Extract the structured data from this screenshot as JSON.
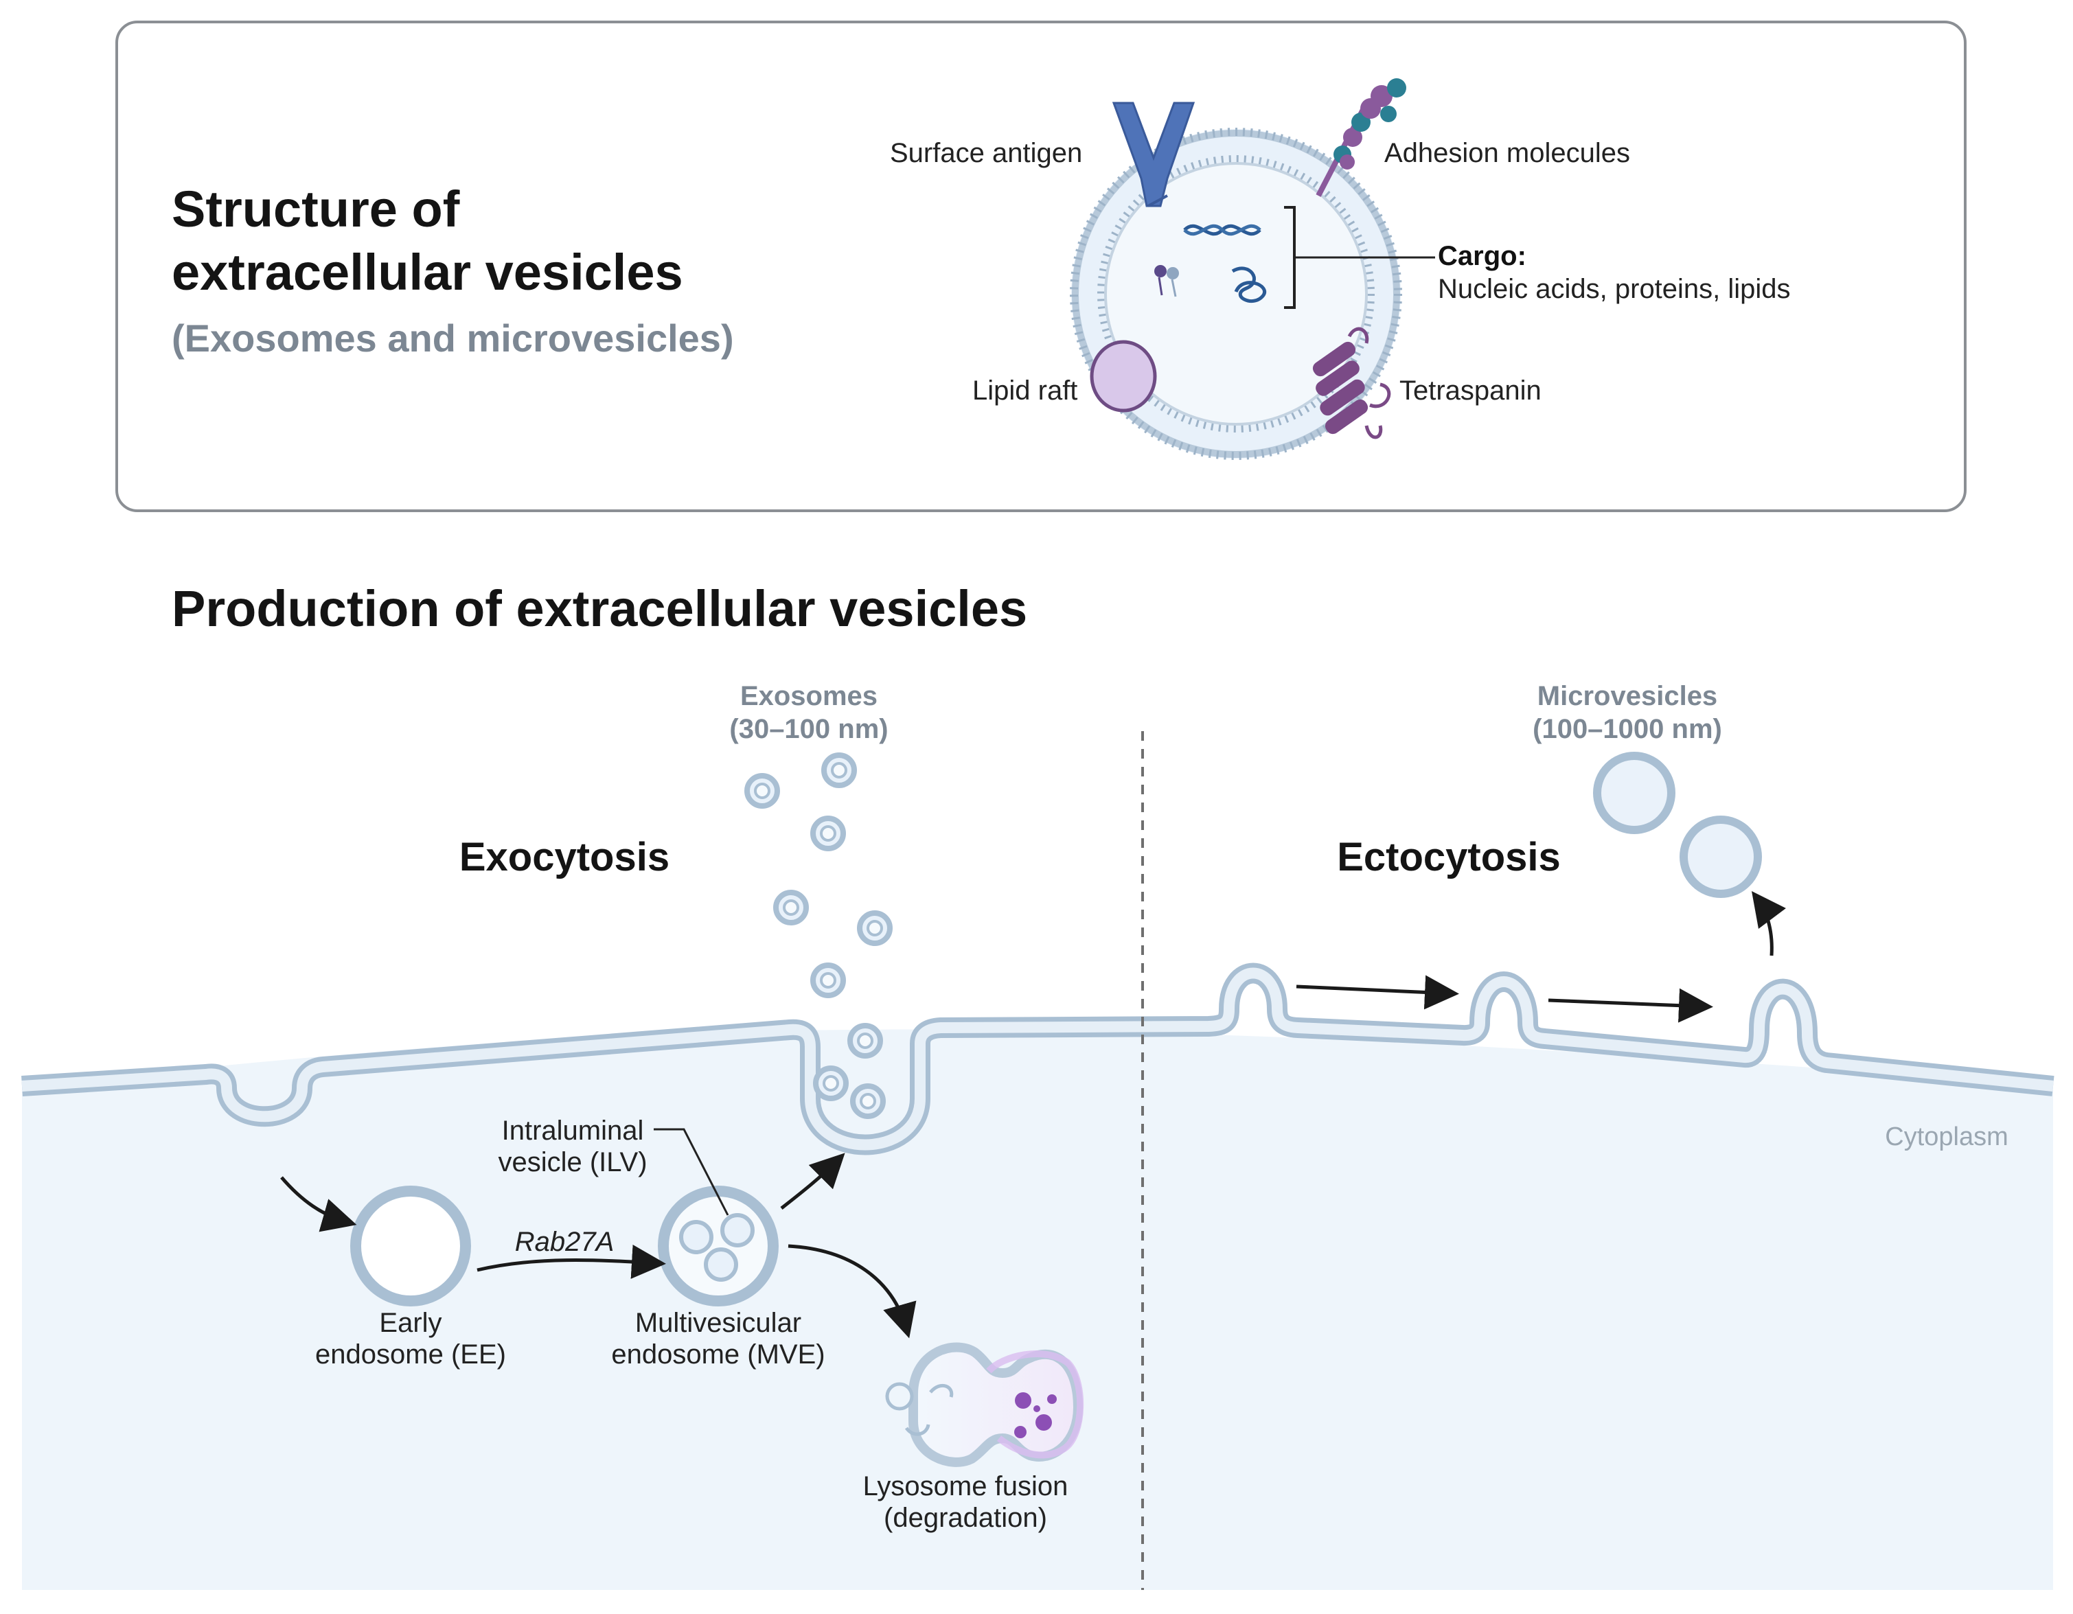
{
  "structure": {
    "title_line1": "Structure of",
    "title_line2": "extracellular vesicles",
    "subtitle": "(Exosomes and microvesicles)",
    "labels": {
      "surface_antigen": "Surface antigen",
      "adhesion_molecules": "Adhesion molecules",
      "cargo_heading": "Cargo:",
      "cargo_items": "Nucleic acids, proteins, lipids",
      "lipid_raft": "Lipid raft",
      "tetraspanin": "Tetraspanin"
    }
  },
  "production": {
    "title": "Production of extracellular vesicles",
    "exocytosis": "Exocytosis",
    "ectocytosis": "Ectocytosis",
    "exosomes_name": "Exosomes",
    "exosomes_size": "(30–100 nm)",
    "microvesicles_name": "Microvesicles",
    "microvesicles_size": "(100–1000 nm)",
    "cytoplasm": "Cytoplasm",
    "ilv_line1": "Intraluminal",
    "ilv_line2": "vesicle (ILV)",
    "rab": "Rab27A",
    "ee_line1": "Early",
    "ee_line2": "endosome (EE)",
    "mve_line1": "Multivesicular",
    "mve_line2": "endosome (MVE)",
    "lys_line1": "Lysosome fusion",
    "lys_line2": "(degradation)"
  },
  "colors": {
    "membrane_fill": "#dbe7f2",
    "membrane_stroke": "#8fa6bc",
    "cytoplasm": "#eef5fb",
    "receptor_blue": "#4f73b8",
    "adhesion_purple": "#8a5a9c",
    "adhesion_teal": "#2b7f93",
    "raft": "#d9c8ea",
    "tetraspanin": "#7a4a86",
    "lysosome": "#b489cf"
  }
}
